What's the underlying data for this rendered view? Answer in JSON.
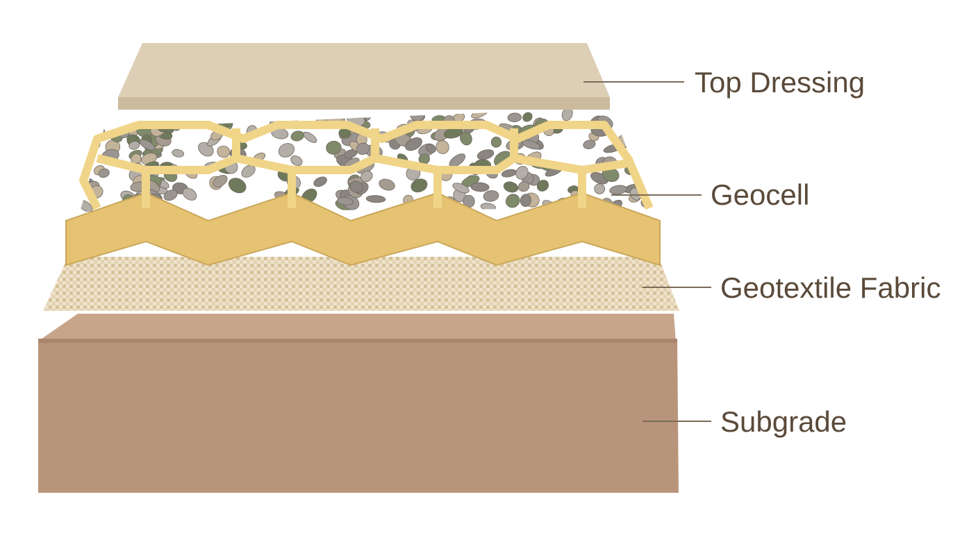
{
  "diagram": {
    "colors": {
      "text": "#5a4a3a",
      "leader_line": "#7a6a58",
      "top_dressing": "#d9cab0",
      "geocell_face": "#e9c97a",
      "geocell_top": "#f2d989",
      "geotextile_base": "#efe3cc",
      "geotextile_weave": "#d9c79f",
      "subgrade_front": "#b8957a",
      "subgrade_top": "#c7a58b"
    },
    "layers": [
      {
        "id": "top-dressing",
        "label": "Top Dressing"
      },
      {
        "id": "geocell",
        "label": "Geocell"
      },
      {
        "id": "geotextile",
        "label": "Geotextile Fabric"
      },
      {
        "id": "subgrade",
        "label": "Subgrade"
      }
    ]
  }
}
